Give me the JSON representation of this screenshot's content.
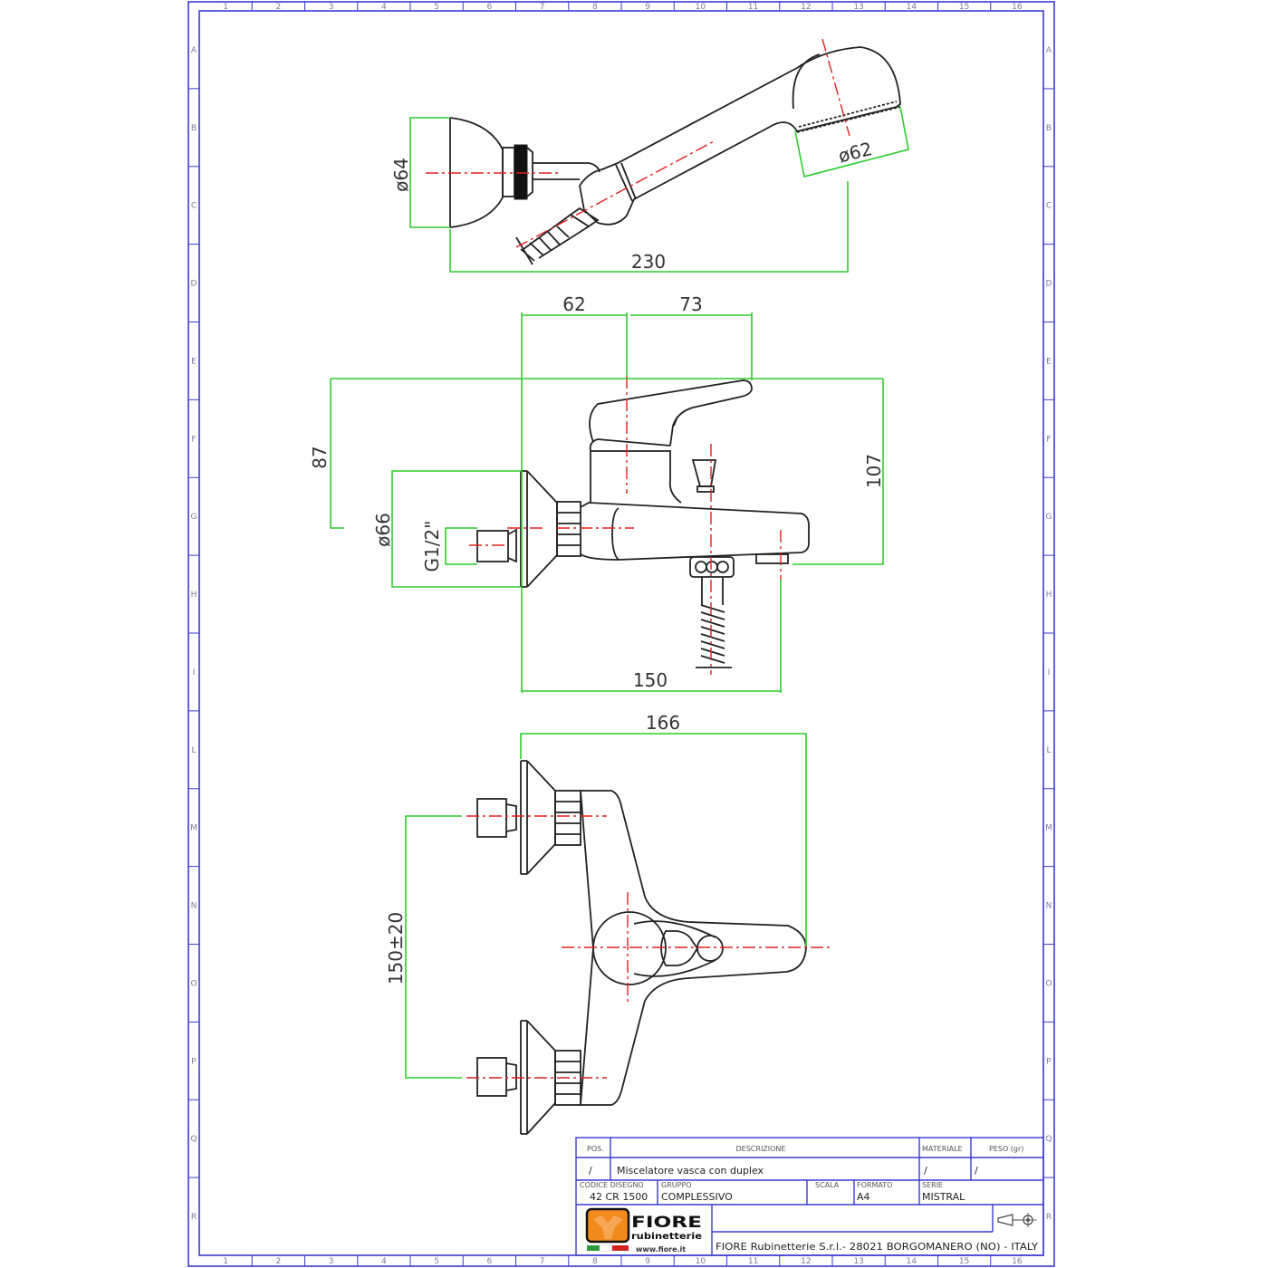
{
  "frame": {
    "columns": [
      "1",
      "2",
      "3",
      "4",
      "5",
      "6",
      "7",
      "8",
      "9",
      "10",
      "11",
      "12",
      "13",
      "14",
      "15",
      "16"
    ],
    "rows": [
      "A",
      "B",
      "C",
      "D",
      "E",
      "F",
      "G",
      "H",
      "I",
      "L",
      "M",
      "N",
      "O",
      "P",
      "Q",
      "R"
    ]
  },
  "views": {
    "handshower": {
      "dims": {
        "holder_diameter": "ø64",
        "head_diameter": "ø62",
        "overall_length": "230"
      }
    },
    "side": {
      "dims": {
        "wall_to_axis": "62",
        "axis_to_lever": "73",
        "height_87": "87",
        "height_107": "107",
        "flange_diameter": "ø66",
        "thread": "G1/2\"",
        "projection": "150"
      }
    },
    "top": {
      "dims": {
        "overall_depth": "166",
        "centers": "150±20"
      }
    }
  },
  "title_block": {
    "headers": {
      "pos": "POS.",
      "description": "DESCRIZIONE",
      "material": "MATERIALE",
      "weight": "PESO (gr)"
    },
    "row": {
      "pos": "/",
      "description": "Miscelatore vasca con duplex",
      "material": "/",
      "weight": "/"
    },
    "code_label": "CODICE DISEGNO",
    "code": "42 CR 1500",
    "group_label": "GRUPPO",
    "group": "COMPLESSIVO",
    "scale_label": "SCALA",
    "scale": "",
    "format_label": "FORMATO",
    "format": "A4",
    "series_label": "SERIE",
    "series": "MISTRAL",
    "company": "FIORE Rubinetterie S.r.l.- 28021 BORGOMANERO (NO) - ITALY",
    "logo": {
      "name": "FIORE",
      "sub": "rubinetterie",
      "url": "www.fiore.it",
      "color": "#f28a1e"
    },
    "projection_symbol": "first-angle-projection-icon"
  }
}
